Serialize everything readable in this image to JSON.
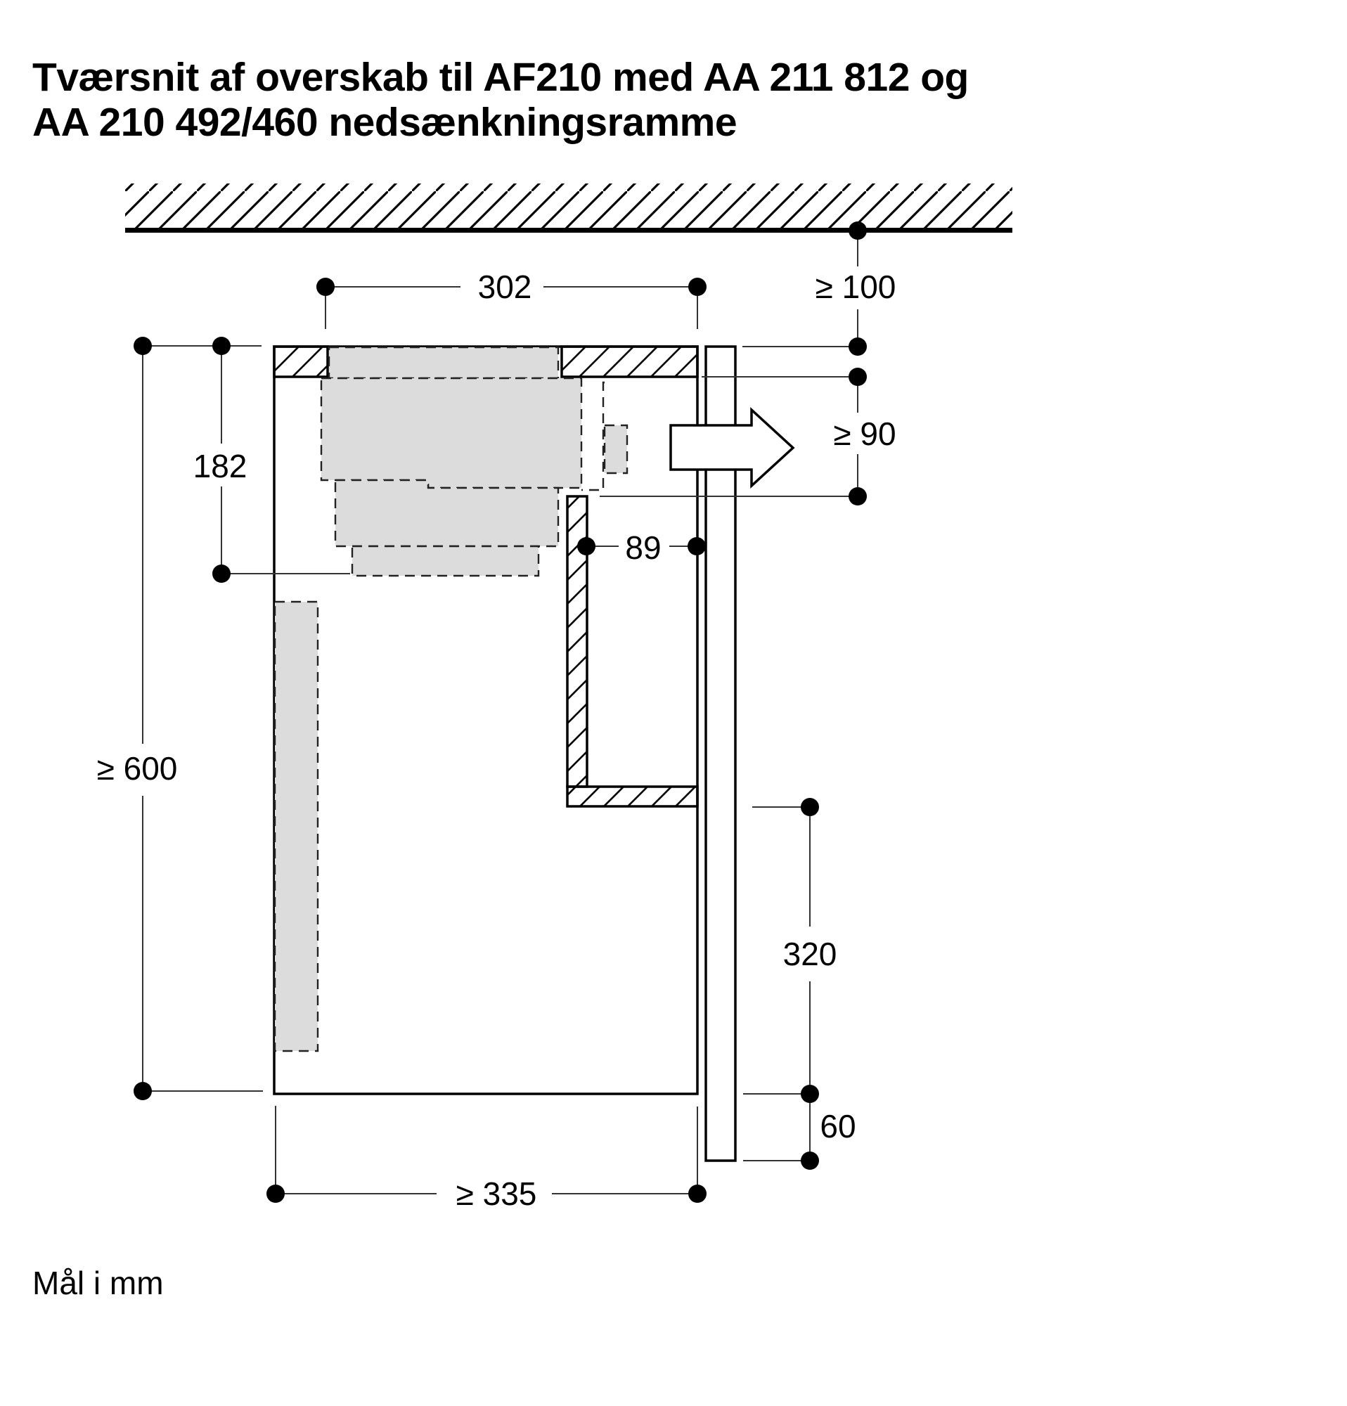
{
  "title": {
    "line1": "Tværsnit af overskab til AF210 med AA 211 812 og",
    "line2": "AA 210 492/460 nedsænkningsramme"
  },
  "dimensions": {
    "top_width": "302",
    "ceiling_clearance": "≥ 100",
    "air_outlet_gap": "≥ 90",
    "height_182": "182",
    "depth_89": "89",
    "cabinet_height": "≥ 600",
    "height_320": "320",
    "height_60": "60",
    "cabinet_depth": "≥ 335"
  },
  "footer": {
    "units_note": "Mål i mm"
  },
  "colors": {
    "line": "#000000",
    "component_fill": "#dcdcdc",
    "background": "#ffffff"
  },
  "icons": {
    "airflow_arrow": "arrow-right-icon",
    "dimension_point": "dot-icon"
  }
}
